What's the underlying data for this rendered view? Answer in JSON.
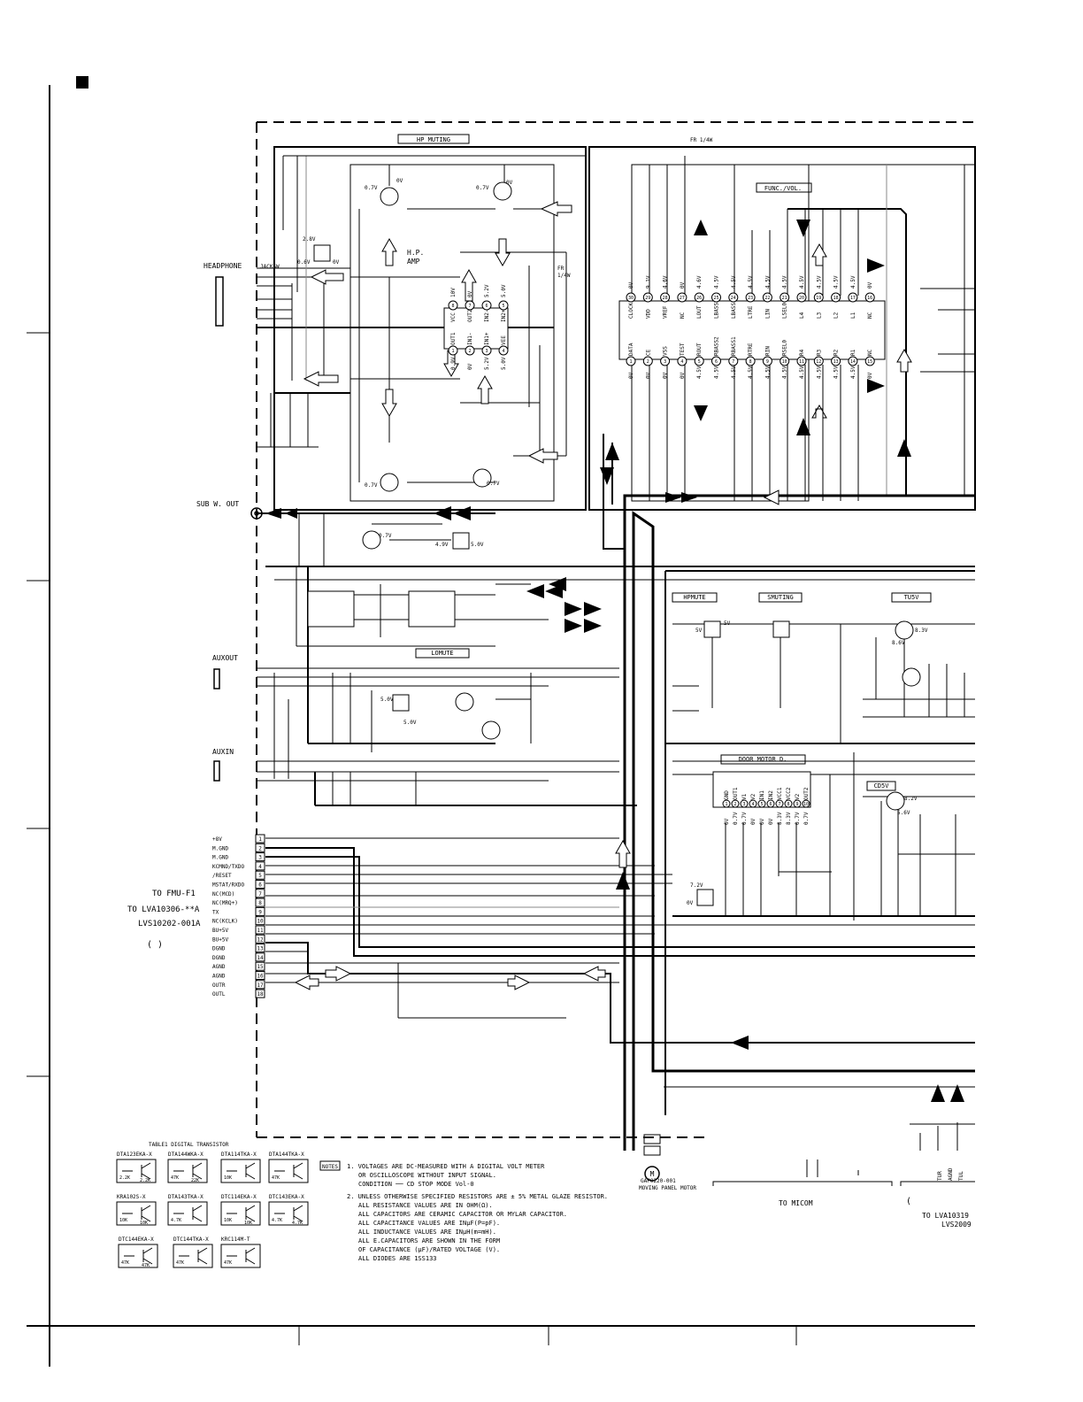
{
  "section_marker": "■",
  "blocks": {
    "hp_muting": "HP MUTING",
    "func_vol": "FUNC./VOL.",
    "hp_amp_l1": "H.P.",
    "hp_amp_l2": "AMP",
    "hpmute": "HPMUTE",
    "smuting": "SMUTING",
    "tu5v": "TU5V",
    "lomute": "LOMUTE",
    "door_motor": "DOOR MOTOR D.",
    "cd5v": "CD5V"
  },
  "fuses": {
    "fr_top": "FR  1/4W",
    "fr_small_l1": "FR",
    "fr_small_l2": "1/4W"
  },
  "connectors": {
    "headphone": "HEADPHONE",
    "jacksw": "JACKSW",
    "sub_w_out": "SUB W. OUT",
    "auxout": "AUXOUT",
    "auxin": "AUXIN"
  },
  "cn_left": {
    "line1": "TO FMU-F1",
    "line2": "TO LVA10306-**A",
    "line3": "LVS10202-001A",
    "paren": "(         )"
  },
  "cn_pins": [
    "+8V",
    "M.GND",
    "M.GND",
    "KCMND/TXDO",
    "/RESET",
    "MSTAT/RXDO",
    "NC(MCD)",
    "NC(MRQ+)",
    "TX",
    "NC(KCLK)",
    "BU+5V",
    "BU+5V",
    "DGND",
    "DGND",
    "AGND",
    "AGND",
    "OUTR",
    "OUTL"
  ],
  "cn_pin_numbers": [
    "1",
    "2",
    "3",
    "4",
    "5",
    "6",
    "7",
    "8",
    "9",
    "10",
    "11",
    "12",
    "13",
    "14",
    "15",
    "16",
    "17",
    "18"
  ],
  "ic_func": {
    "top_pins": [
      "CLOCK",
      "VDD",
      "VREF",
      "NC",
      "LOUT",
      "LBASS2",
      "LBASS1",
      "LTRE",
      "LIN",
      "LSEL0",
      "L4",
      "L3",
      "L2",
      "L1",
      "NC"
    ],
    "bottom_pins": [
      "DATA",
      "CE",
      "VSS",
      "TEST",
      "ROUT",
      "RBASS2",
      "RBASS1",
      "RTRE",
      "RIN",
      "RSEL0",
      "R4",
      "R3",
      "R2",
      "R1",
      "NC"
    ],
    "top_numbers": [
      "30",
      "29",
      "28",
      "27",
      "26",
      "25",
      "24",
      "23",
      "22",
      "21",
      "20",
      "19",
      "18",
      "17",
      "16"
    ],
    "bottom_numbers": [
      "1",
      "2",
      "3",
      "4",
      "5",
      "6",
      "7",
      "8",
      "9",
      "10",
      "11",
      "12",
      "13",
      "14",
      "15"
    ],
    "top_volts": [
      "0V",
      "9.1V",
      "4.6V",
      "0V",
      "4.6V",
      "4.5V",
      "4.5V",
      "4.5V",
      "4.5V",
      "4.5V",
      "4.5V",
      "4.5V",
      "4.5V",
      "4.5V",
      "0V"
    ],
    "bottom_volts": [
      "0V",
      "0V",
      "0V",
      "0V",
      "4.5V",
      "4.5V",
      "4.5V",
      "4.5V",
      "4.5V",
      "4.5V",
      "4.5V",
      "4.5V",
      "4.5V",
      "4.5V",
      "0V"
    ]
  },
  "ic_hp": {
    "top_pins": [
      "VCC",
      "OUT2",
      "IN2-",
      "IN2+"
    ],
    "bottom_pins": [
      "OUT1",
      "IN1-",
      "IN1+",
      "VEE"
    ],
    "top_numbers": [
      "8",
      "7",
      "6",
      "5"
    ],
    "bottom_numbers": [
      "1",
      "2",
      "3",
      "4"
    ],
    "top_volts": [
      "10V",
      "0V",
      "5.2V",
      "5.0V"
    ],
    "bottom_volts": [
      "0.9V",
      "0V",
      "5.2V",
      "5.0V"
    ]
  },
  "ic_door": {
    "pins": [
      "GND",
      "OUT1",
      "V1",
      "V2",
      "IN1",
      "IN2",
      "VCC1",
      "VCC2",
      "V2",
      "OUT2"
    ],
    "numbers": [
      "1",
      "2",
      "3",
      "4",
      "5",
      "6",
      "7",
      "8",
      "9",
      "10"
    ],
    "volts": [
      "0V",
      "0.7V",
      "0.7V",
      "0V",
      "0V",
      "0V",
      "8.3V",
      "8.3V",
      "0.7V",
      "0.7V"
    ]
  },
  "voltages": {
    "v07": "0.7V",
    "v0": "0V",
    "v28": "2.8V",
    "v06": "0.6V",
    "v49": "4.9V",
    "v50": "5.0V",
    "v5": "5V",
    "v83": "8.3V",
    "v86": "8.6V",
    "v72": "7.2V",
    "v82": "8.2V",
    "v56": "5.6V"
  },
  "table1": {
    "title": "TABLE1  DIGITAL TRANSISTOR",
    "row1": [
      "DTA123EKA-X",
      "DTA144WKA-X",
      "DTA114TKA-X",
      "DTA144TKA-X"
    ],
    "row1_vals": [
      [
        "2.2K",
        "2.2K"
      ],
      [
        "47K",
        "22K"
      ],
      [
        "10K",
        ""
      ],
      [
        "47K",
        ""
      ]
    ],
    "row2": [
      "KRA102S-X",
      "DTA143TKA-X",
      "DTC114EKA-X",
      "DTC143EKA-X"
    ],
    "row2_vals": [
      [
        "10K",
        "10K"
      ],
      [
        "4.7K",
        ""
      ],
      [
        "10K",
        "10K"
      ],
      [
        "4.7K",
        "4.7K"
      ]
    ],
    "row3": [
      "DTC144EKA-X",
      "DTC144TKA-X",
      "KRC114M-T"
    ],
    "row3_vals": [
      [
        "47K",
        "47K"
      ],
      [
        "47K",
        ""
      ],
      [
        "47K",
        ""
      ]
    ]
  },
  "notes": {
    "label": "NOTES",
    "n1": "1. VOLTAGES ARE DC-MEASURED WITH A DIGITAL VOLT METER",
    "n1b": "OR OSCILLOSCOPE WITHOUT INPUT SIGNAL.",
    "n1c": "CONDITION ── CD STOP MODE   Vol-0",
    "n2": "2. UNLESS OTHERWISE SPECIFIED  RESISTORS ARE ± 5% METAL GLAZE RESISTOR.",
    "lines": [
      "ALL RESISTANCE VALUES ARE IN OHM(Ω).",
      "ALL CAPACITORS ARE CERAMIC CAPACITOR OR MYLAR CAPACITOR.",
      "ALL CAPACITANCE VALUES ARE INµF(P=pF).",
      "ALL INDUCTANCE VALUES ARE INµH(m=mH).",
      "ALL E.CAPACITORS ARE SHOWN IN THE FORM",
      " OF CAPACITANCE (µF)/RATED VOLTAGE (V).",
      "ALL DIODES ARE 1SS133"
    ]
  },
  "motor": {
    "part": "GAP0220-001",
    "label": "MOVING PANEL MOTOR",
    "m": "M"
  },
  "bottom": {
    "to_micom": "TO MICOM",
    "to_lva": "TO LVA10319",
    "to_lvs": "LVS2009",
    "tu_pins": [
      "TUR",
      "AGND",
      "TUL"
    ]
  }
}
